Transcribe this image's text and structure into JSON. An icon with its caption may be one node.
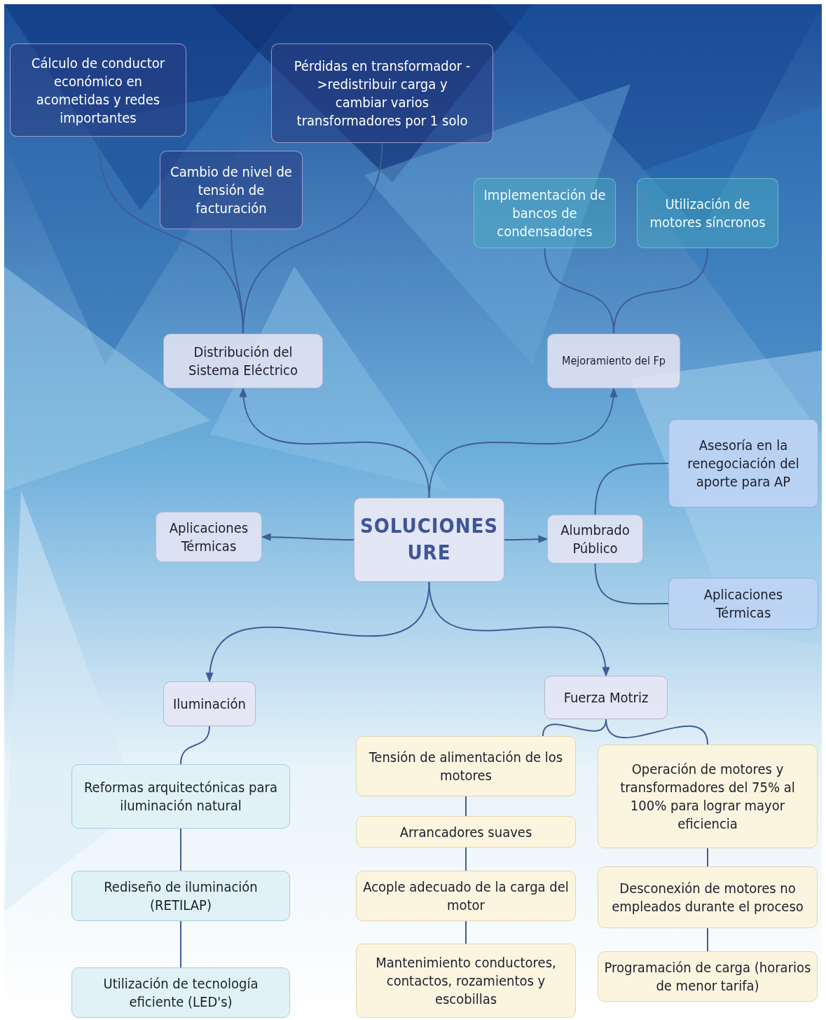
{
  "diagram": {
    "nodes": [
      {
        "text": [
          "Cálculo de conductor económico en acometidas y redes importantes"
        ]
      },
      {
        "text": [
          "Pérdidas en transformador ->redistribuir carga y cambiar varios transformadores por 1 solo"
        ]
      },
      {
        "text": [
          "Cambio de nivel de tensión de facturación"
        ]
      },
      {
        "text": [
          "Implementación de bancos de condensadores"
        ]
      },
      {
        "text": [
          "Utilización de motores síncronos"
        ]
      },
      {
        "text": [
          "Distribución del Sistema Eléctrico"
        ]
      },
      {
        "text": [
          "Mejoramiento del Fp"
        ]
      },
      {
        "text": [
          "Asesoría en la renegociación del aporte para AP"
        ]
      },
      {
        "text": [
          "Aplicaciones Térmicas"
        ]
      },
      {
        "text": [
          "SOLUCIONES URE"
        ]
      },
      {
        "text": [
          "Alumbrado Público"
        ]
      },
      {
        "text": [
          "Aplicaciones Térmicas"
        ]
      },
      {
        "text": [
          "Iluminación"
        ]
      },
      {
        "text": [
          "Fuerza Motriz"
        ]
      },
      {
        "text": [
          "Tensión de alimentación de los motores"
        ]
      },
      {
        "text": [
          "Operación de motores y transformadores del 75% al 100% para lograr mayor eficiencia"
        ]
      },
      {
        "text": [
          "Reformas arquitectónicas para iluminación natural"
        ]
      },
      {
        "text": [
          "Arrancadores suaves"
        ]
      },
      {
        "text": [
          "Rediseño de iluminación (RETILAP)"
        ]
      },
      {
        "text": [
          "Acople adecuado de la carga del motor"
        ]
      },
      {
        "text": [
          "Desconexión de motores no empleados durante el proceso"
        ]
      },
      {
        "text": [
          "Mantenimiento conductores, contactos, rozamientos y escobillas"
        ]
      },
      {
        "text": [
          "Programación de carga (horarios de menor tarifa)"
        ]
      },
      {
        "text": [
          "Utilización de tecnología eficiente (LED's)"
        ]
      }
    ],
    "edges": [
      {
        "from": 9,
        "to": 5,
        "arrow": "to"
      },
      {
        "from": 9,
        "to": 6,
        "arrow": "to"
      },
      {
        "from": 9,
        "to": 8,
        "arrow": "to"
      },
      {
        "from": 9,
        "to": 10,
        "arrow": "to"
      },
      {
        "from": 9,
        "to": 12,
        "arrow": "to"
      },
      {
        "from": 9,
        "to": 13,
        "arrow": "to"
      },
      {
        "from": 5,
        "to": 0,
        "arrow": "none"
      },
      {
        "from": 5,
        "to": 2,
        "arrow": "none"
      },
      {
        "from": 5,
        "to": 1,
        "arrow": "none"
      },
      {
        "from": 6,
        "to": 3,
        "arrow": "none"
      },
      {
        "from": 6,
        "to": 4,
        "arrow": "none"
      },
      {
        "from": 10,
        "to": 7,
        "arrow": "none"
      },
      {
        "from": 10,
        "to": 11,
        "arrow": "none"
      },
      {
        "from": 12,
        "to": 16,
        "arrow": "none"
      },
      {
        "from": 16,
        "to": 18,
        "arrow": "none"
      },
      {
        "from": 18,
        "to": 23,
        "arrow": "none"
      },
      {
        "from": 13,
        "to": 14,
        "arrow": "none"
      },
      {
        "from": 13,
        "to": 15,
        "arrow": "none"
      },
      {
        "from": 14,
        "to": 17,
        "arrow": "none"
      },
      {
        "from": 17,
        "to": 19,
        "arrow": "none"
      },
      {
        "from": 19,
        "to": 21,
        "arrow": "none"
      },
      {
        "from": 15,
        "to": 20,
        "arrow": "none"
      },
      {
        "from": 20,
        "to": 22,
        "arrow": "none"
      }
    ]
  }
}
